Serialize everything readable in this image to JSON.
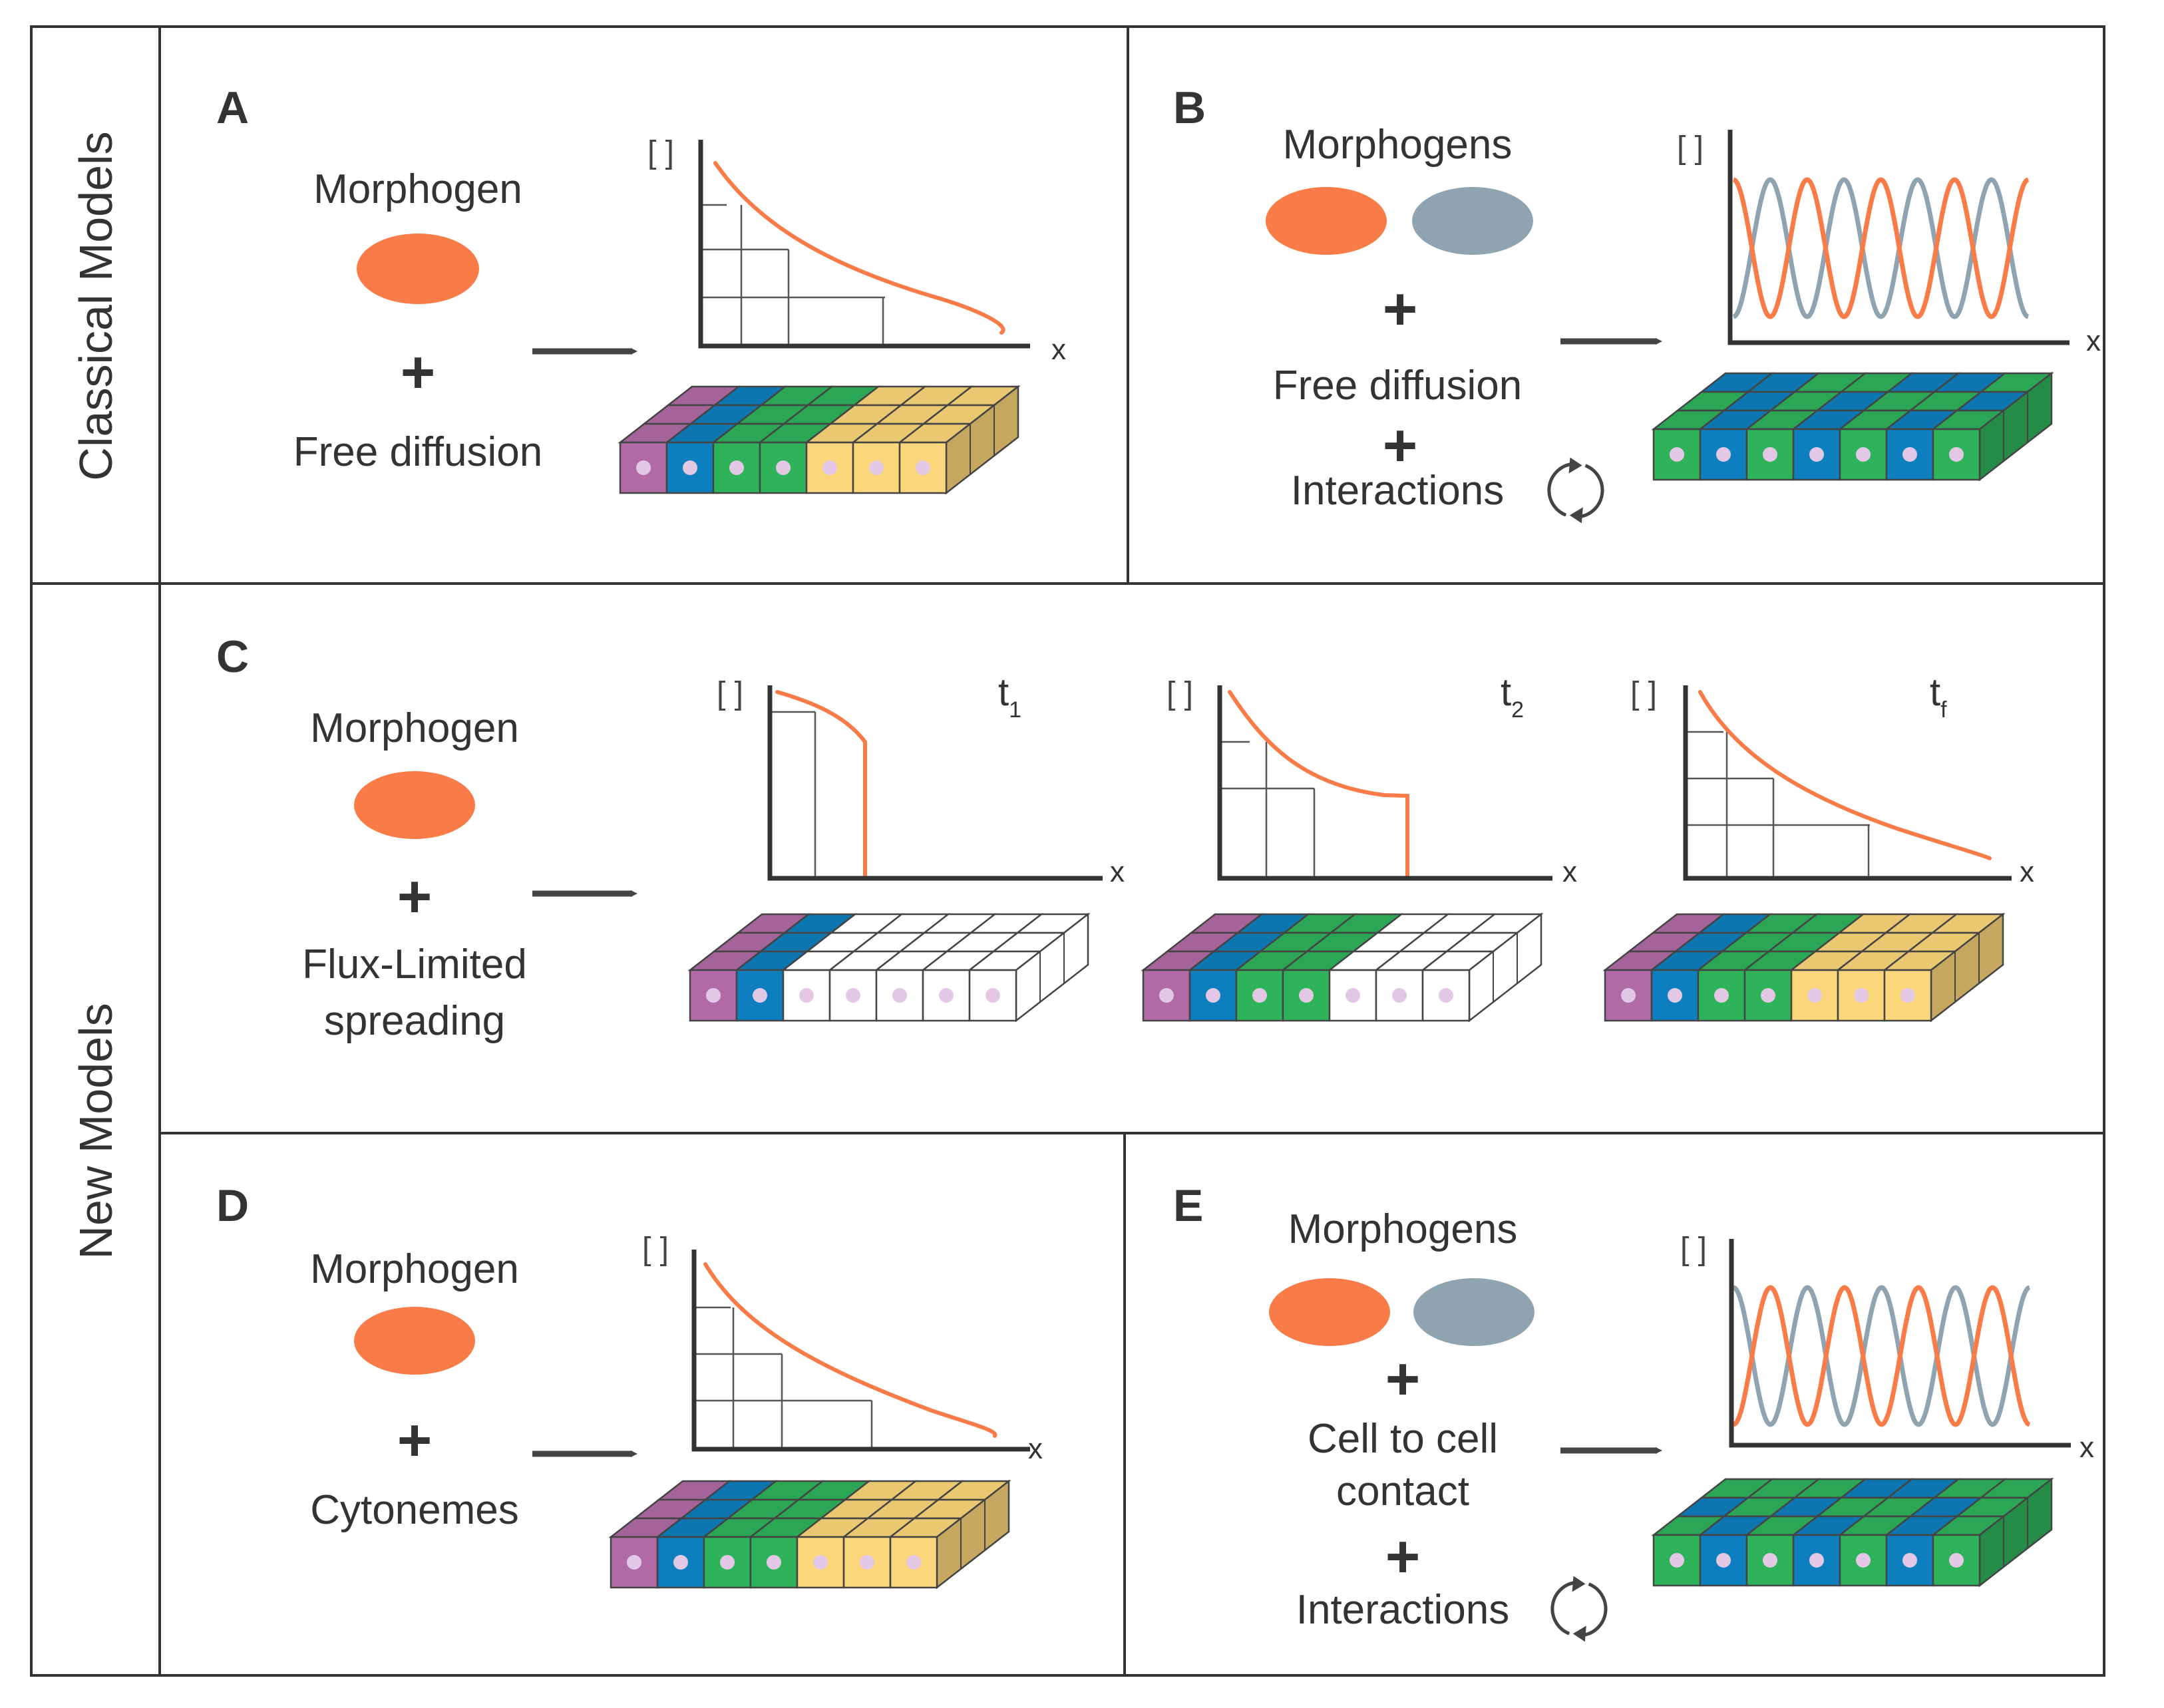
{
  "rows": {
    "classical": "Classical Models",
    "new": "New Models"
  },
  "panels": {
    "A": {
      "letter": "A",
      "line1": "Morphogen",
      "line2": "Free diffusion",
      "y_label": "[ ]",
      "x_label": "x"
    },
    "B": {
      "letter": "B",
      "line1": "Morphogens",
      "line2": "Free diffusion",
      "line3": "Interactions",
      "y_label": "[ ]",
      "x_label": "x"
    },
    "C": {
      "letter": "C",
      "line1": "Morphogen",
      "line2a": "Flux-Limited",
      "line2b": "spreading",
      "y_label": "[ ]",
      "x_label": "x",
      "t1": "t",
      "t1_sub": "1",
      "t2": "t",
      "t2_sub": "2",
      "tf": "t",
      "tf_sub": "f"
    },
    "D": {
      "letter": "D",
      "line1": "Morphogen",
      "line2": "Cytonemes",
      "y_label": "[ ]",
      "x_label": "x"
    },
    "E": {
      "letter": "E",
      "line1": "Morphogens",
      "line2a": "Cell to cell",
      "line2b": "contact",
      "line3": "Interactions",
      "y_label": "[ ]",
      "x_label": "x"
    }
  },
  "colors": {
    "orange": "#F97C48",
    "gray": "#8FA3B1",
    "purple": "#B06BA6",
    "blue": "#0E7FBE",
    "green": "#2EB35A",
    "yellow": "#FCD67A",
    "white": "#FFFFFF",
    "nucleus": "#E3C8E6",
    "line": "#333333"
  },
  "tiles": {
    "A": [
      "purple",
      "blue",
      "green",
      "green",
      "yellow",
      "yellow",
      "yellow"
    ],
    "B": [
      "green",
      "blue",
      "green",
      "blue",
      "green",
      "blue",
      "green"
    ],
    "C1": [
      "purple",
      "blue",
      "white",
      "white",
      "white",
      "white",
      "white"
    ],
    "C2": [
      "purple",
      "blue",
      "green",
      "green",
      "white",
      "white",
      "white"
    ],
    "C3": [
      "purple",
      "blue",
      "green",
      "green",
      "yellow",
      "yellow",
      "yellow"
    ],
    "D": [
      "purple",
      "blue",
      "green",
      "green",
      "yellow",
      "yellow",
      "yellow"
    ],
    "E": [
      "green",
      "blue",
      "green",
      "blue",
      "green",
      "blue",
      "green"
    ]
  },
  "tops": {
    "B": [
      [
        "green",
        "blue",
        "green",
        "blue",
        "green",
        "green",
        "blue"
      ],
      [
        "blue",
        "blue",
        "green",
        "green",
        "blue",
        "blue",
        "green"
      ]
    ],
    "E": [
      [
        "blue",
        "green",
        "blue",
        "green",
        "green",
        "blue",
        "green"
      ],
      [
        "green",
        "green",
        "green",
        "blue",
        "blue",
        "green",
        "green"
      ]
    ]
  }
}
